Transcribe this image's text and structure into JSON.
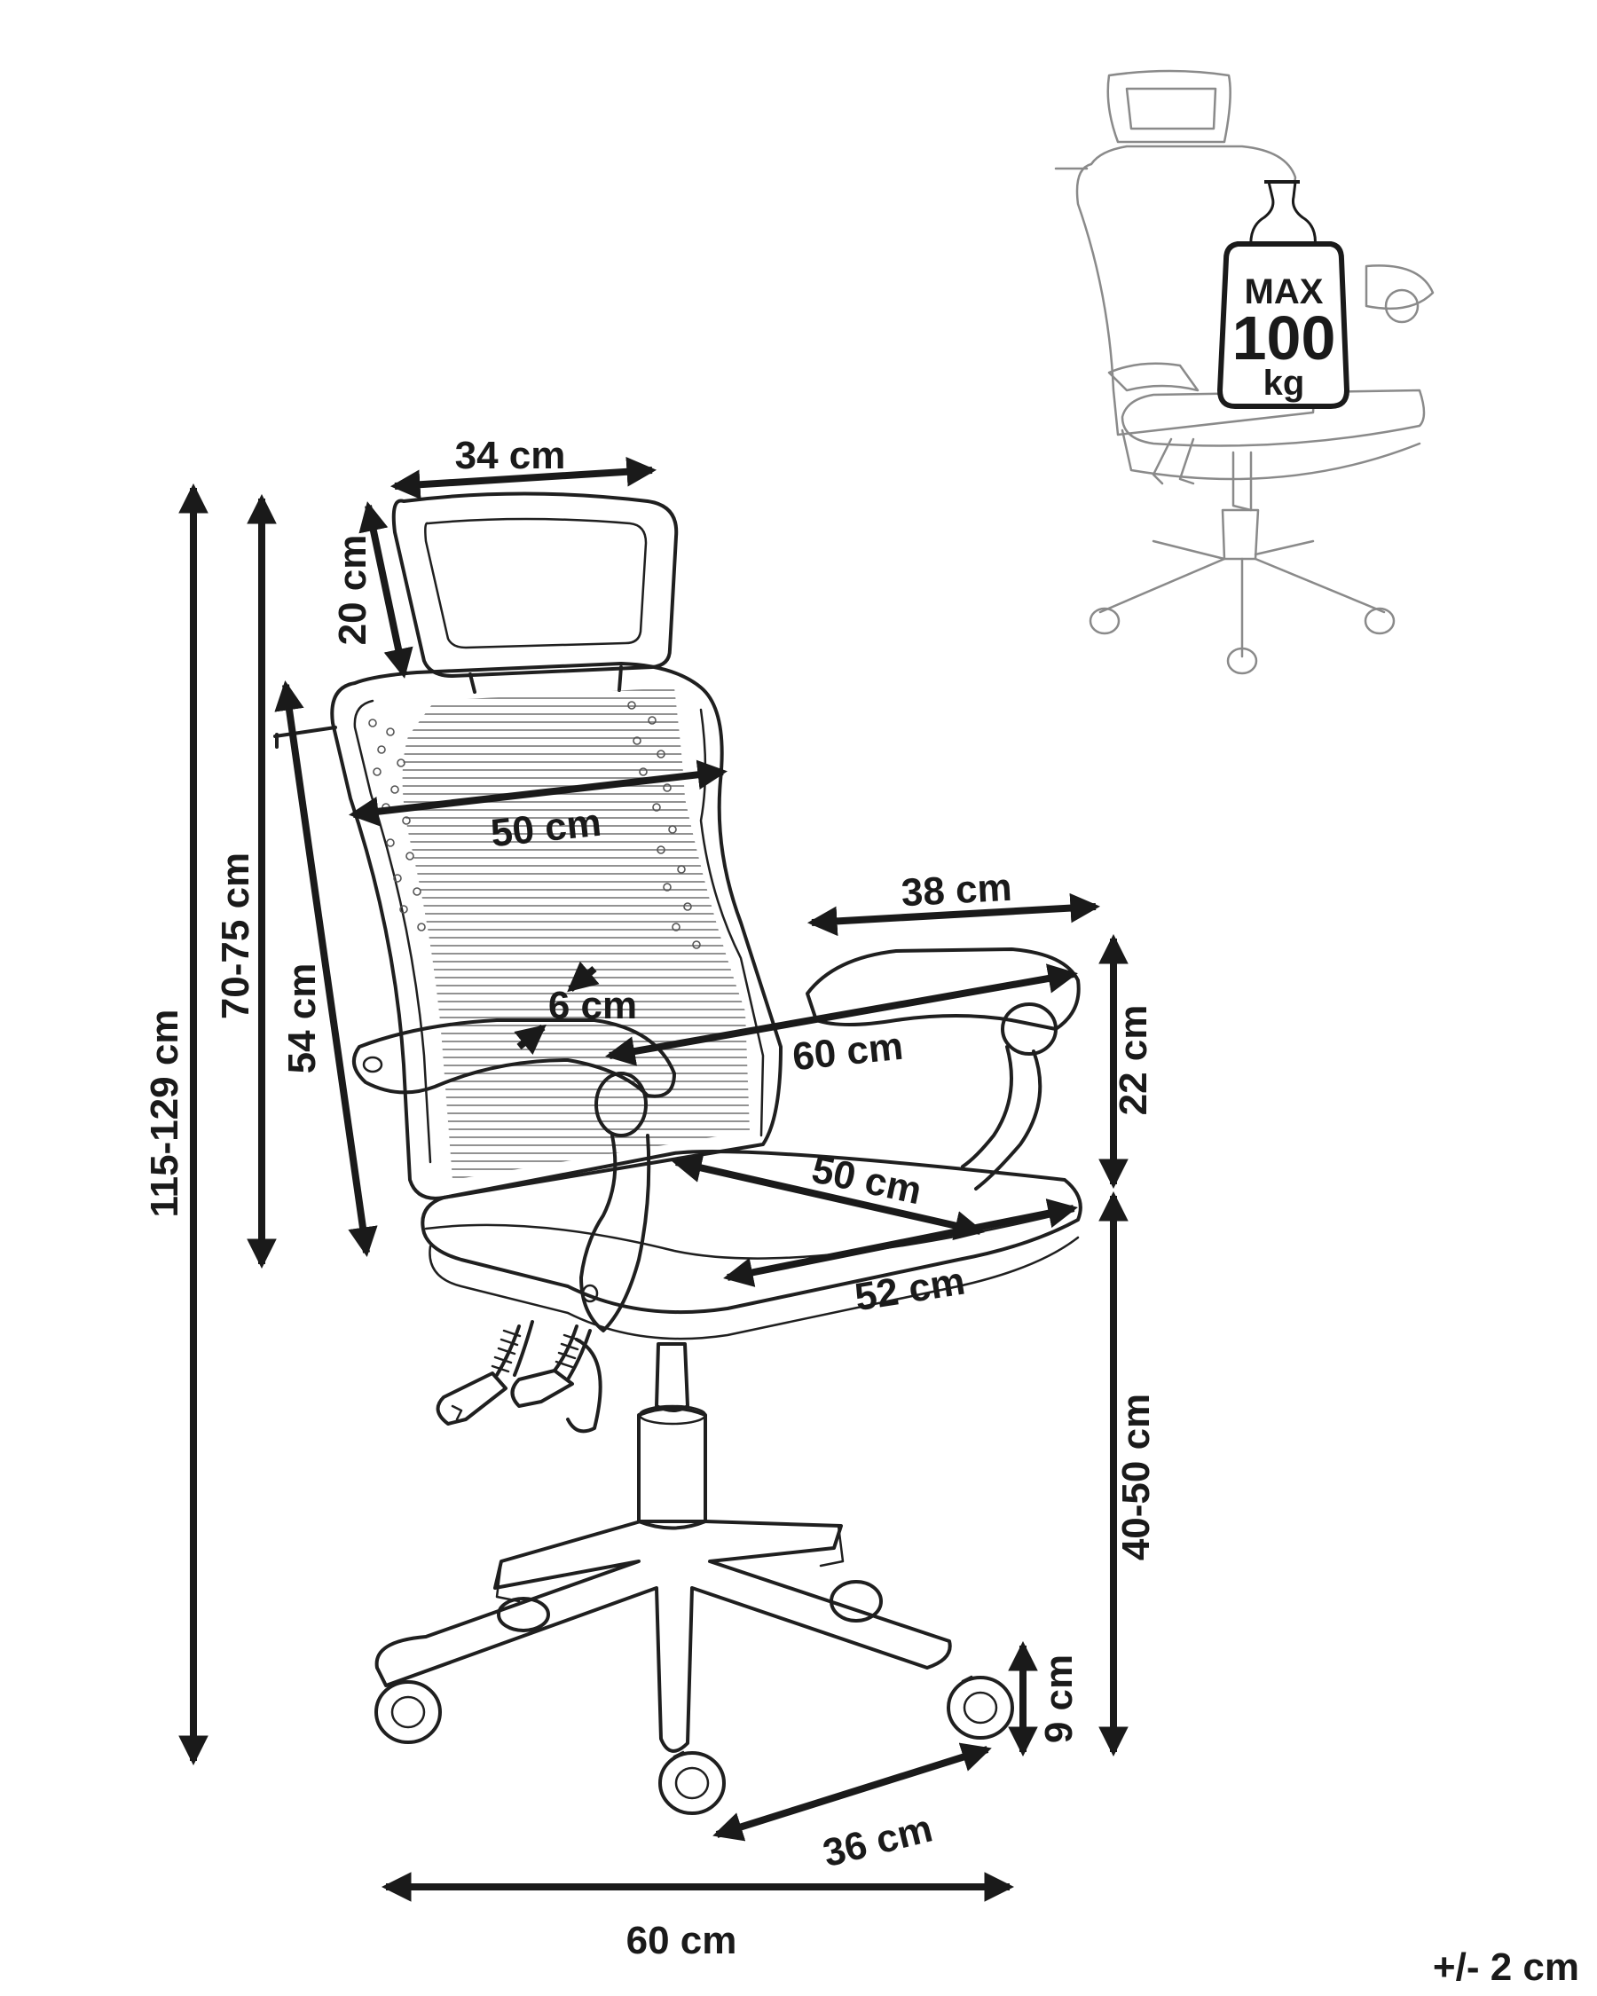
{
  "product": {
    "dimensions": {
      "headrest_width": "34 cm",
      "headrest_height": "20 cm",
      "total_height": "115-129 cm",
      "backrest_height": "70-75 cm",
      "backrest_length": "54 cm",
      "backrest_width": "50 cm",
      "armrest_width": "6 cm",
      "armrest_length": "38 cm",
      "armrest_height": "22 cm",
      "seat_width_between_arms": "60 cm",
      "seat_depth": "50 cm",
      "seat_width": "52 cm",
      "seat_height": "40-50 cm",
      "castor_height": "9 cm",
      "base_leg": "36 cm",
      "base_width": "60 cm"
    },
    "weight_limit": {
      "line1": "MAX",
      "line2": "100",
      "line3": "kg"
    },
    "tolerance": "+/- 2 cm"
  },
  "colors": {
    "ink": "#1a1a1a",
    "background": "#ffffff"
  }
}
